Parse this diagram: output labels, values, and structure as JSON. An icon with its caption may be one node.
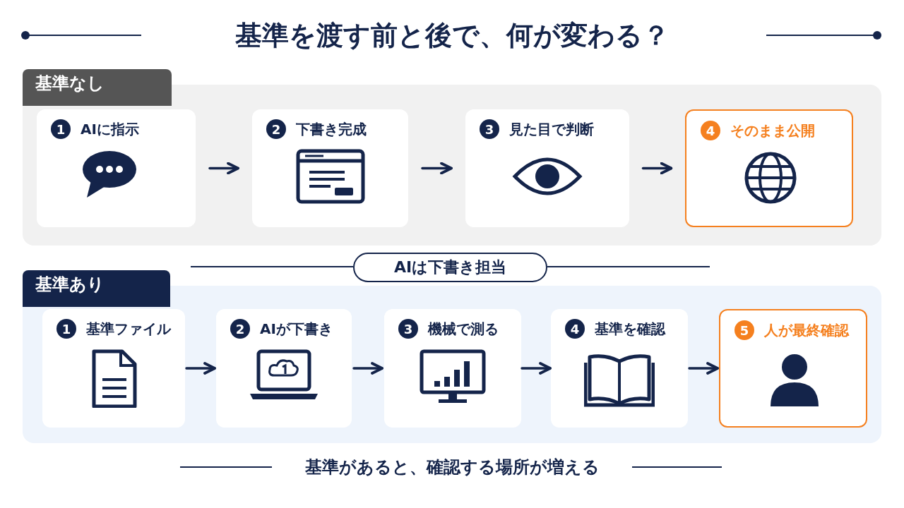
{
  "diagram": {
    "title": "基準を渡す前と後で、何が変わる？",
    "caption": "基準があると、確認する場所が増える",
    "nodes": [
      {
        "text": [
          "基準なし"
        ]
      },
      {
        "text": [
          "1",
          "AIに指示"
        ],
        "in": 0
      },
      {
        "text": [
          "2",
          "下書き完成"
        ],
        "in": 0
      },
      {
        "text": [
          "3",
          "見た目で判断"
        ],
        "in": 0
      },
      {
        "text": [
          "4",
          "そのまま公開"
        ],
        "in": 0
      },
      {
        "text": [
          "AIは下書き担当"
        ]
      },
      {
        "text": [
          "基準あり"
        ]
      },
      {
        "text": [
          "1",
          "基準ファイル"
        ],
        "in": 6
      },
      {
        "text": [
          "2",
          "AIが下書き"
        ],
        "in": 6
      },
      {
        "text": [
          "3",
          "機械で測る"
        ],
        "in": 6
      },
      {
        "text": [
          "4",
          "基準を確認"
        ],
        "in": 6
      },
      {
        "text": [
          "5",
          "人が最終確認"
        ],
        "in": 6
      }
    ],
    "edges": [
      {
        "from": 1,
        "to": 2,
        "arrow": "to"
      },
      {
        "from": 2,
        "to": 3,
        "arrow": "to"
      },
      {
        "from": 3,
        "to": 4,
        "arrow": "to"
      },
      {
        "from": 7,
        "to": 8,
        "arrow": "to"
      },
      {
        "from": 8,
        "to": 9,
        "arrow": "to"
      },
      {
        "from": 9,
        "to": 10,
        "arrow": "to"
      },
      {
        "from": 10,
        "to": 11,
        "arrow": "to"
      }
    ]
  }
}
